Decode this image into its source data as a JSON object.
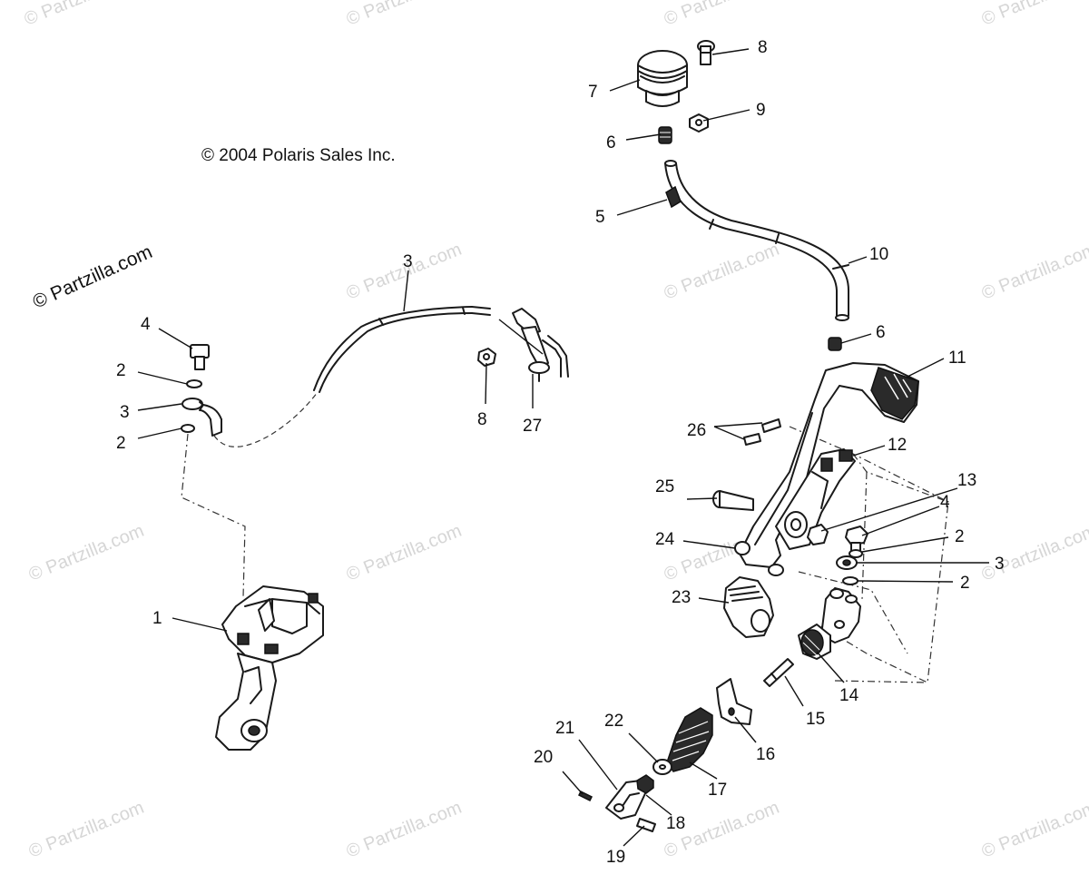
{
  "copyright": "© 2004 Polaris Sales Inc.",
  "watermark_text": "© Partzilla.com",
  "colors": {
    "ink": "#111111",
    "watermark": "#d6d6d6",
    "background": "#ffffff"
  },
  "callouts": {
    "c1": "1",
    "c2a": "2",
    "c2b": "2",
    "c2c": "2",
    "c2d": "2",
    "c3a": "3",
    "c3b": "3",
    "c3c": "3",
    "c4a": "4",
    "c4b": "4",
    "c5": "5",
    "c6a": "6",
    "c6b": "6",
    "c7": "7",
    "c8a": "8",
    "c8b": "8",
    "c9": "9",
    "c10": "10",
    "c11": "11",
    "c12": "12",
    "c13": "13",
    "c14": "14",
    "c15": "15",
    "c16": "16",
    "c17": "17",
    "c18": "18",
    "c19": "19",
    "c20": "20",
    "c21": "21",
    "c22": "22",
    "c23": "23",
    "c24": "24",
    "c25": "25",
    "c26": "26",
    "c27": "27"
  }
}
